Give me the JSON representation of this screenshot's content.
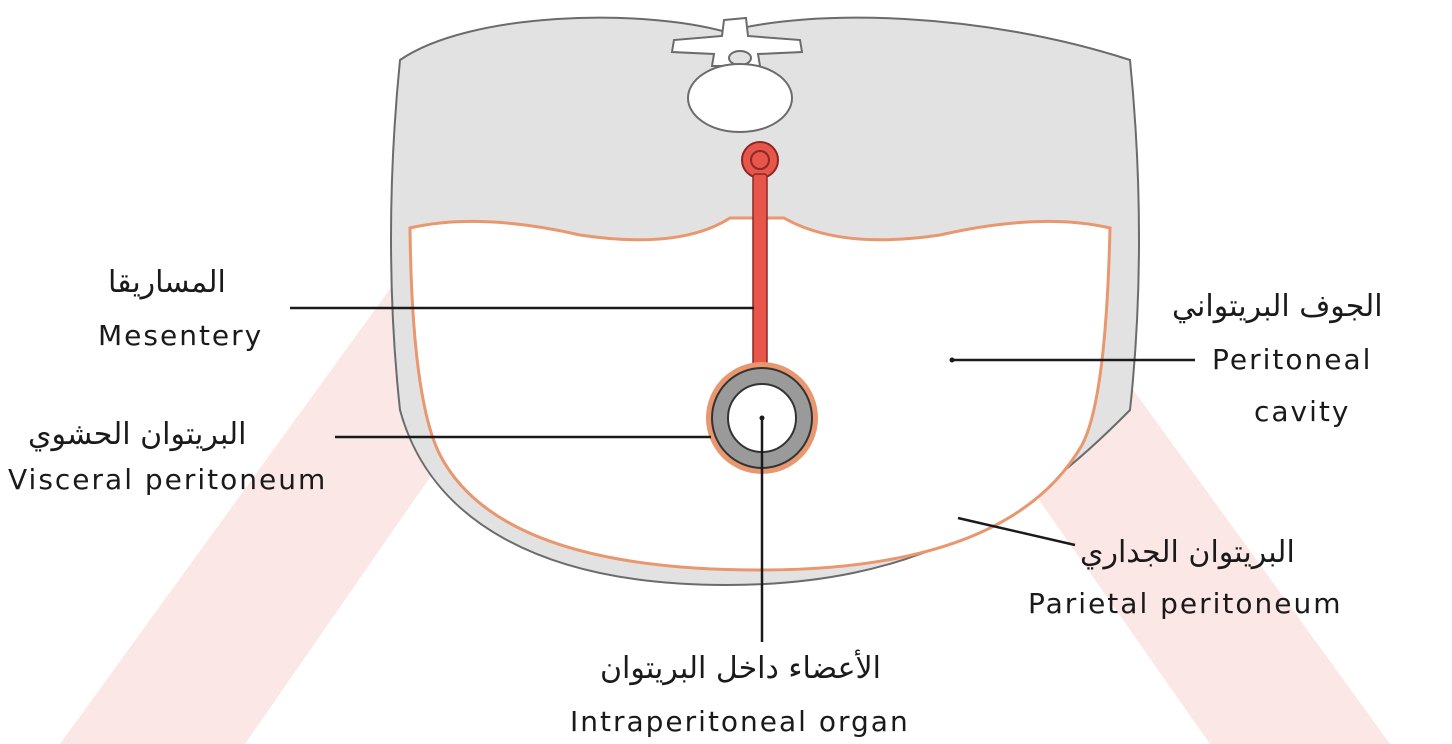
{
  "colors": {
    "background": "#ffffff",
    "watermark": "#fbe7e5",
    "body_fill": "#e2e2e2",
    "outline": "#6b6b6b",
    "peritoneum": "#e8976e",
    "vessel": "#e8554a",
    "organ_ring": "#9a9a9a",
    "leader": "#1a1a1a"
  },
  "labels": {
    "mesentery": {
      "ar": "المساريقا",
      "en": "Mesentery"
    },
    "visceral": {
      "ar": "البريتوان الحشوي",
      "en": "Visceral peritoneum"
    },
    "cavity": {
      "ar": "الجوف البريتواني",
      "en_line1": "Peritoneal",
      "en_line2": "cavity"
    },
    "parietal": {
      "ar": "البريتوان الجداري",
      "en": "Parietal peritoneum"
    },
    "organ": {
      "ar": "الأعضاء داخل البريتوان",
      "en": "Intraperitoneal organ"
    }
  }
}
